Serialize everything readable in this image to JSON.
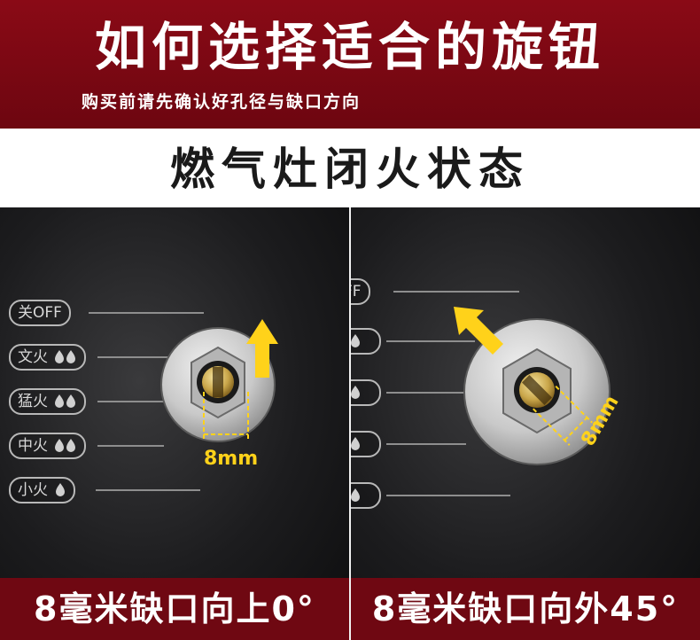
{
  "banner": {
    "title": "如何选择适合的旋钮",
    "subtitle": "购买前请先确认好孔径与缺口方向"
  },
  "section_title": "燃气灶闭火状态",
  "left_panel": {
    "labels": [
      "关OFF",
      "文火",
      "猛火",
      "中火",
      "小火"
    ],
    "dimension": "8mm",
    "caption": "8毫米缺口向上0°"
  },
  "right_panel": {
    "labels": [
      "FF"
    ],
    "dimension": "8mm",
    "caption": "8毫米缺口向外45°"
  },
  "colors": {
    "banner": "#7a0812",
    "caption": "#6f0812",
    "arrow": "#ffd21a",
    "panel": "#1c1c1e"
  }
}
